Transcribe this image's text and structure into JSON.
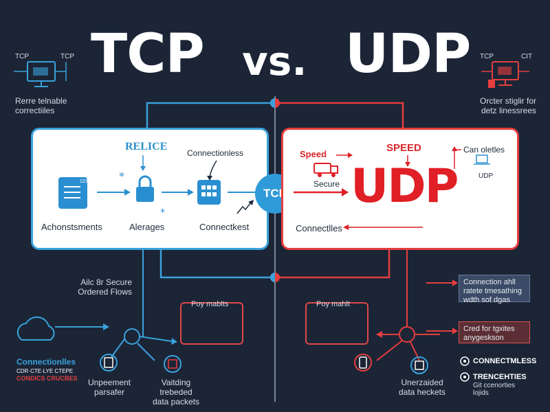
{
  "title": {
    "left": "TCP",
    "middle": "vs.",
    "right": "UDP"
  },
  "top_left": {
    "tags": [
      "TCP",
      "TCP"
    ],
    "caption": "Rerre telnable\ncorrectiiles"
  },
  "top_right": {
    "tags": [
      "TCP",
      "CIT"
    ],
    "caption": "Orcter stiglir for\ndetz linessrees"
  },
  "tcp_panel": {
    "heading": "RELICE",
    "connection_label": "Connectionless",
    "labels": [
      "Achonstsments",
      "Alerages",
      "Connectkest"
    ],
    "badge": "TCP",
    "doc_code": "123"
  },
  "udp_panel": {
    "heading": "SPEED",
    "speed_label": "Speed",
    "secure_label": "Secure",
    "can_label": "Can oletles",
    "udp_small": "UDP",
    "big": "UDP",
    "bottom_label": "Connectlles"
  },
  "middle_left": {
    "ordered": "Ailc 8r Secure\nOrdered Flows",
    "box_label": "Poy mablts"
  },
  "middle_right": {
    "box_label": "Poy mahlt"
  },
  "bottom_left": {
    "conn_title": "Connectionlles",
    "conn_sub1": "CDR·CTE·LYE CTEPE",
    "conn_sub2": "CONDICS CRUCBES",
    "icon1_label": "Unpeement\nparsafer",
    "icon2_label": "Vaitding\ntrebeded\ndata packets"
  },
  "bottom_right": {
    "icon_label": "Unerzaided\ndata heckets",
    "legend1": "CONNECTMLESS",
    "legend2_title": "TRENCEHTIES",
    "legend2_sub": "Git ccenorties\nlojids"
  },
  "notes": {
    "blue": "Connection ahll\nratete tmesathing\nwdth sof dgas",
    "red": "Cred for tgxites\nanygeskson"
  },
  "colors": {
    "background": "#1b2536",
    "tcp": "#3aa2dc",
    "udp": "#e63e3e"
  }
}
